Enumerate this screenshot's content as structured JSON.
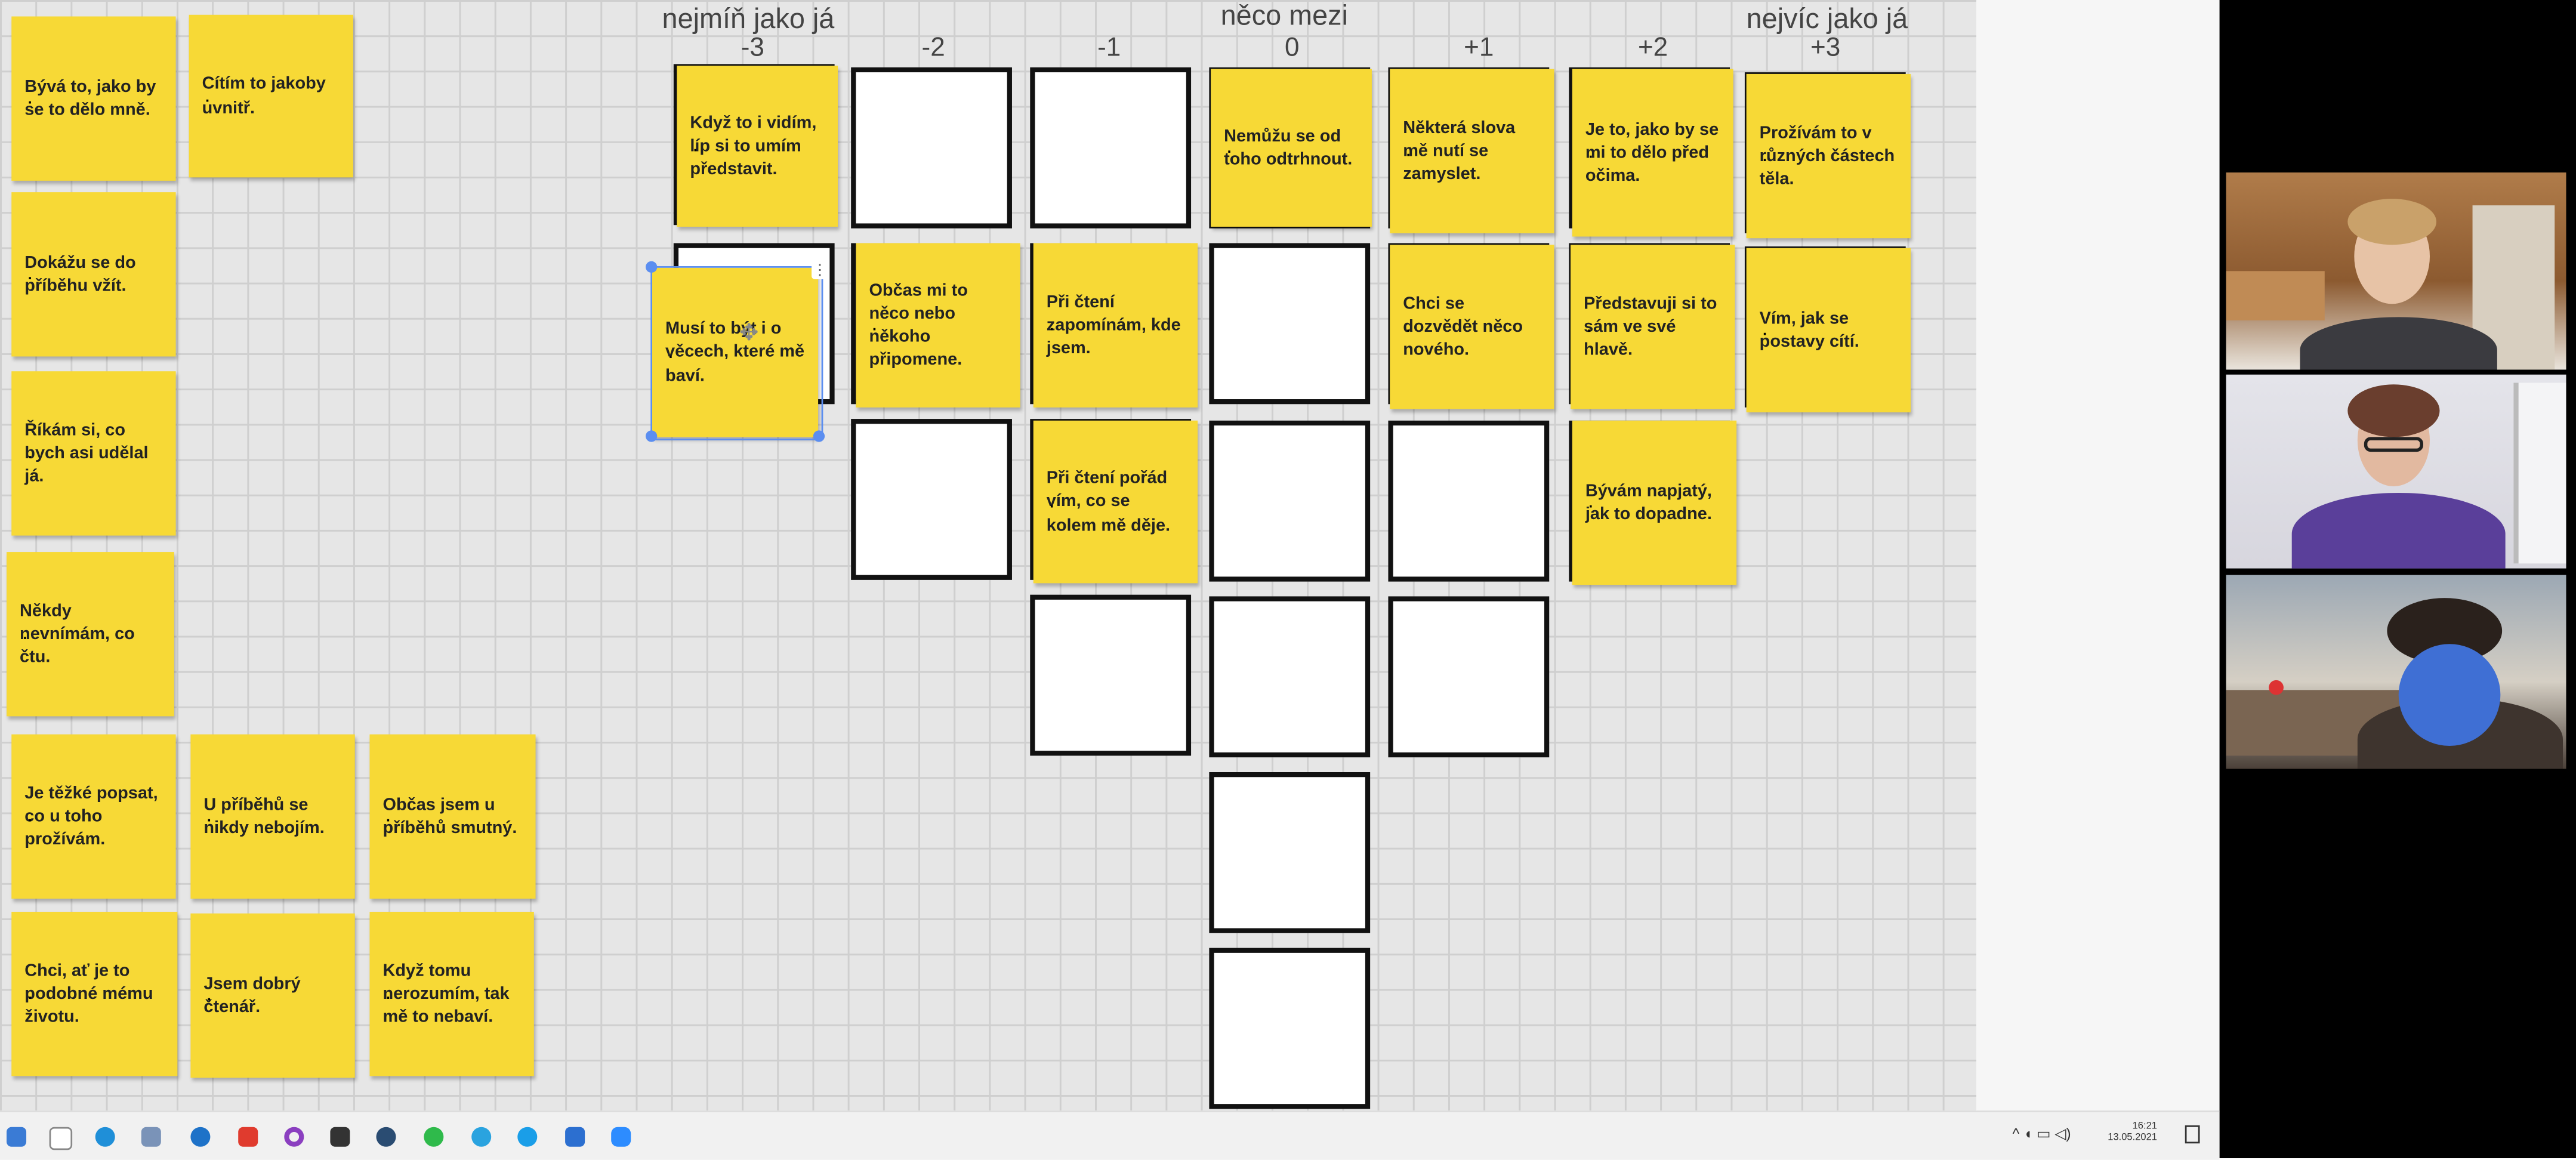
{
  "scale_labels": {
    "left": "nejmíň jako já",
    "middle": "něco mezi",
    "right": "nejvíc jako já"
  },
  "columns": [
    "-3",
    "-2",
    "-1",
    "0",
    "+1",
    "+2",
    "+3"
  ],
  "placed_cards": {
    "c_m3_1": "Když to i vidím, líp si to umím představit.",
    "c_m3_2": "Musí to být i o věcech, které mě baví.",
    "c_m2_2": "Občas mi to něco nebo někoho připomene.",
    "c_m1_2": "Při čtení zapomínám, kde jsem.",
    "c_m1_3": "Při čtení pořád vím, co se kolem mě děje.",
    "c_0_1": "Nemůžu se od toho odtrhnout.",
    "c_p1_1": "Některá slova mě nutí se zamyslet.",
    "c_p1_2": "Chci se dozvědět něco nového.",
    "c_p2_1": "Je to, jako by se mi to dělo před očima.",
    "c_p2_2": "Představuji si to sám ve své hlavě.",
    "c_p2_3": "Bývám napjatý, jak to dopadne.",
    "c_p3_1": "Prožívám to v různých částech těla.",
    "c_p3_2": "Vím, jak se postavy cítí."
  },
  "unplaced_cards": {
    "u1": "Bývá to, jako by se to dělo mně.",
    "u2": "Cítím to jakoby uvnitř.",
    "u3": "Dokážu se do příběhu vžít.",
    "u4": "Říkám si, co bych asi udělal já.",
    "u5": "Někdy nevnímám, co čtu.",
    "u6": "Je těžké popsat, co u toho prožívám.",
    "u7": "U příběhů se nikdy nebojím.",
    "u8": "Občas jsem u příběhů smutný.",
    "u9": "Chci, ať je to podobné mému životu.",
    "u10": "Jsem dobrý čtenář.",
    "u11": "Když tomu nerozumím, tak mě to nebaví."
  },
  "taskbar": {
    "time": "16:21",
    "date": "13.05.2021"
  },
  "colors": {
    "note": "#f7d936",
    "board": "#e6e6e6",
    "selection": "#5b8ef0"
  },
  "icons": [
    "start-icon",
    "file-icon",
    "edge-icon",
    "photos-icon",
    "browser-icon",
    "office-icon",
    "circle-app-icon",
    "record-icon",
    "steam-icon",
    "whatsapp-icon",
    "telegram-icon",
    "skype-icon",
    "app-icon",
    "zoom-icon"
  ]
}
